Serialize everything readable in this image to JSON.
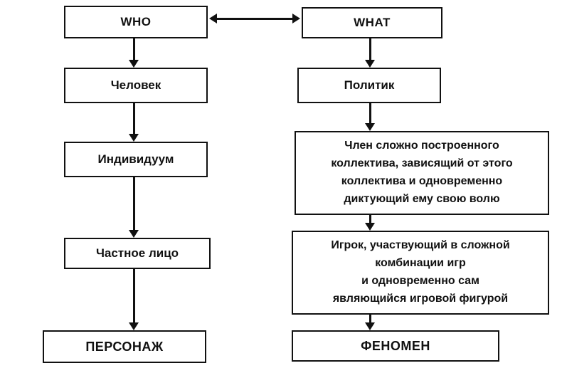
{
  "diagram": {
    "title": "WHO / WHAT flowchart",
    "nodes": {
      "who": "WHO",
      "what": "WHAT",
      "chelovek": "Человек",
      "politik": "Политик",
      "individuum": "Индивидуум",
      "chlen": "Член сложно построенного\nколлектива, зависящий от этого\nколлектива и одновременно\nдиктующий ему свою волю",
      "chastnoe_lico": "Частное лицо",
      "igrok": "Игрок, участвующий в сложной\nкомбинации игр\nи одновременно сам\nявляющийся игровой фигурой",
      "personazh": "ПЕРСОНАЖ",
      "fenomen": "ФЕНОМЕН"
    },
    "colors": {
      "line": "#111111",
      "box_background": "#ffffff"
    }
  }
}
